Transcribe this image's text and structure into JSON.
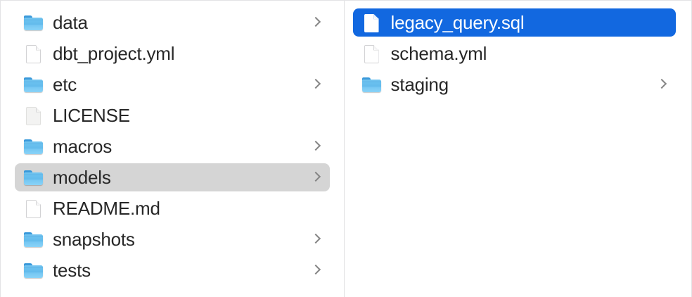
{
  "window": {
    "title": "Finder Column View",
    "view_mode": "column"
  },
  "colors": {
    "selection_active": "#1268e0",
    "selection_inactive": "#d5d5d5",
    "text": "#272727",
    "text_selected": "#ffffff",
    "divider": "#e1e1e3",
    "background": "#ffffff"
  },
  "columns": [
    {
      "name": "project-root-column",
      "items": [
        {
          "label": "data",
          "icon": "folder-icon",
          "kind": "folder",
          "disclosure": true,
          "selected": false,
          "selection_style": "none"
        },
        {
          "label": "dbt_project.yml",
          "icon": "document-icon",
          "kind": "file",
          "disclosure": false,
          "selected": false,
          "selection_style": "none"
        },
        {
          "label": "etc",
          "icon": "folder-icon",
          "kind": "folder",
          "disclosure": true,
          "selected": false,
          "selection_style": "none"
        },
        {
          "label": "LICENSE",
          "icon": "document-plain-icon",
          "kind": "file",
          "disclosure": false,
          "selected": false,
          "selection_style": "none"
        },
        {
          "label": "macros",
          "icon": "folder-icon",
          "kind": "folder",
          "disclosure": true,
          "selected": false,
          "selection_style": "none"
        },
        {
          "label": "models",
          "icon": "folder-icon",
          "kind": "folder",
          "disclosure": true,
          "selected": true,
          "selection_style": "gray"
        },
        {
          "label": "README.md",
          "icon": "document-icon",
          "kind": "file",
          "disclosure": false,
          "selected": false,
          "selection_style": "none"
        },
        {
          "label": "snapshots",
          "icon": "folder-icon",
          "kind": "folder",
          "disclosure": true,
          "selected": false,
          "selection_style": "none"
        },
        {
          "label": "tests",
          "icon": "folder-icon",
          "kind": "folder",
          "disclosure": true,
          "selected": false,
          "selection_style": "none"
        }
      ]
    },
    {
      "name": "models-folder-column",
      "items": [
        {
          "label": "legacy_query.sql",
          "icon": "document-icon",
          "kind": "file",
          "disclosure": false,
          "selected": true,
          "selection_style": "blue"
        },
        {
          "label": "schema.yml",
          "icon": "document-icon",
          "kind": "file",
          "disclosure": false,
          "selected": false,
          "selection_style": "none"
        },
        {
          "label": "staging",
          "icon": "folder-icon",
          "kind": "folder",
          "disclosure": true,
          "selected": false,
          "selection_style": "none"
        }
      ]
    }
  ]
}
